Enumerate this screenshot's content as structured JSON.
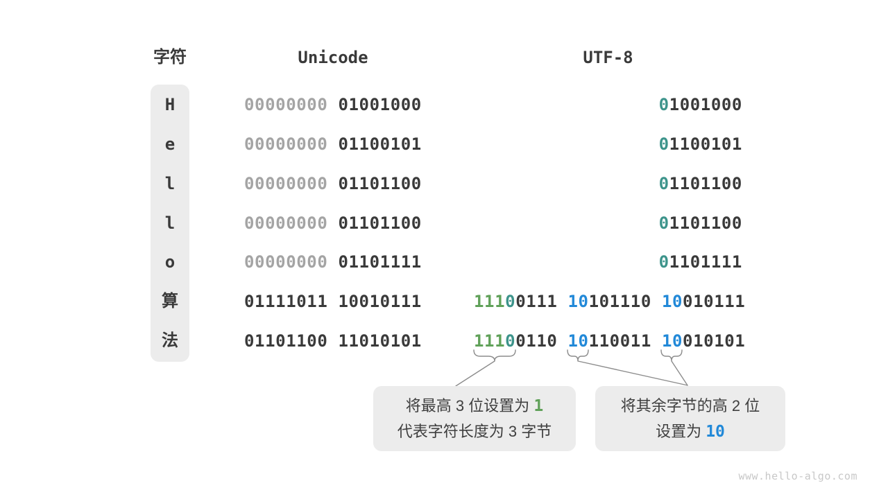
{
  "title": "UTF-8 encoding example diagram",
  "colors": {
    "text_dark": "#3a3a3a",
    "text_gray": "#a4a4a4",
    "accent_green": "#60a159",
    "accent_teal": "#3d948b",
    "accent_blue": "#2289d8",
    "box_bg": "#ececec",
    "connector_gray": "#8c8c8c",
    "watermark_gray": "#c8c8c8"
  },
  "header": {
    "char_col": "字符",
    "unicode_col": "Unicode",
    "utf8_col": "UTF-8"
  },
  "rows": [
    {
      "char": "H",
      "bytes": 1,
      "unicode": [
        {
          "t": "00000000",
          "c": "gray"
        },
        {
          "t": " 01001000",
          "c": "dark"
        }
      ],
      "utf8": [
        {
          "t": "0",
          "c": "teal"
        },
        {
          "t": "1001000",
          "c": "dark"
        }
      ]
    },
    {
      "char": "e",
      "bytes": 1,
      "unicode": [
        {
          "t": "00000000",
          "c": "gray"
        },
        {
          "t": " 01100101",
          "c": "dark"
        }
      ],
      "utf8": [
        {
          "t": "0",
          "c": "teal"
        },
        {
          "t": "1100101",
          "c": "dark"
        }
      ]
    },
    {
      "char": "l",
      "bytes": 1,
      "unicode": [
        {
          "t": "00000000",
          "c": "gray"
        },
        {
          "t": " 01101100",
          "c": "dark"
        }
      ],
      "utf8": [
        {
          "t": "0",
          "c": "teal"
        },
        {
          "t": "1101100",
          "c": "dark"
        }
      ]
    },
    {
      "char": "l",
      "bytes": 1,
      "unicode": [
        {
          "t": "00000000",
          "c": "gray"
        },
        {
          "t": " 01101100",
          "c": "dark"
        }
      ],
      "utf8": [
        {
          "t": "0",
          "c": "teal"
        },
        {
          "t": "1101100",
          "c": "dark"
        }
      ]
    },
    {
      "char": "o",
      "bytes": 1,
      "unicode": [
        {
          "t": "00000000",
          "c": "gray"
        },
        {
          "t": " 01101111",
          "c": "dark"
        }
      ],
      "utf8": [
        {
          "t": "0",
          "c": "teal"
        },
        {
          "t": "1101111",
          "c": "dark"
        }
      ]
    },
    {
      "char": "算",
      "bytes": 3,
      "unicode": [
        {
          "t": "01111011 10010111",
          "c": "dark"
        }
      ],
      "utf8": [
        {
          "t": "111",
          "c": "green"
        },
        {
          "t": "0",
          "c": "teal"
        },
        {
          "t": "0111 ",
          "c": "dark"
        },
        {
          "t": "10",
          "c": "blue"
        },
        {
          "t": "101110 ",
          "c": "dark"
        },
        {
          "t": "10",
          "c": "blue"
        },
        {
          "t": "010111",
          "c": "dark"
        }
      ]
    },
    {
      "char": "法",
      "bytes": 3,
      "unicode": [
        {
          "t": "01101100 11010101",
          "c": "dark"
        }
      ],
      "utf8": [
        {
          "t": "111",
          "c": "green"
        },
        {
          "t": "0",
          "c": "teal"
        },
        {
          "t": "0110 ",
          "c": "dark"
        },
        {
          "t": "10",
          "c": "blue"
        },
        {
          "t": "110011 ",
          "c": "dark"
        },
        {
          "t": "10",
          "c": "blue"
        },
        {
          "t": "010101",
          "c": "dark"
        }
      ]
    }
  ],
  "callouts": {
    "left": {
      "lines": [
        [
          {
            "t": "将最高 3 位设置为 ",
            "c": "text"
          },
          {
            "t": "1",
            "c": "green"
          }
        ],
        [
          {
            "t": "代表字符长度为 3 字节",
            "c": "text"
          }
        ]
      ]
    },
    "right": {
      "lines": [
        [
          {
            "t": "将其余字节的高 2 位",
            "c": "text"
          }
        ],
        [
          {
            "t": "设置为 ",
            "c": "text"
          },
          {
            "t": "10",
            "c": "blue"
          }
        ]
      ]
    }
  },
  "watermark": "www.hello-algo.com"
}
